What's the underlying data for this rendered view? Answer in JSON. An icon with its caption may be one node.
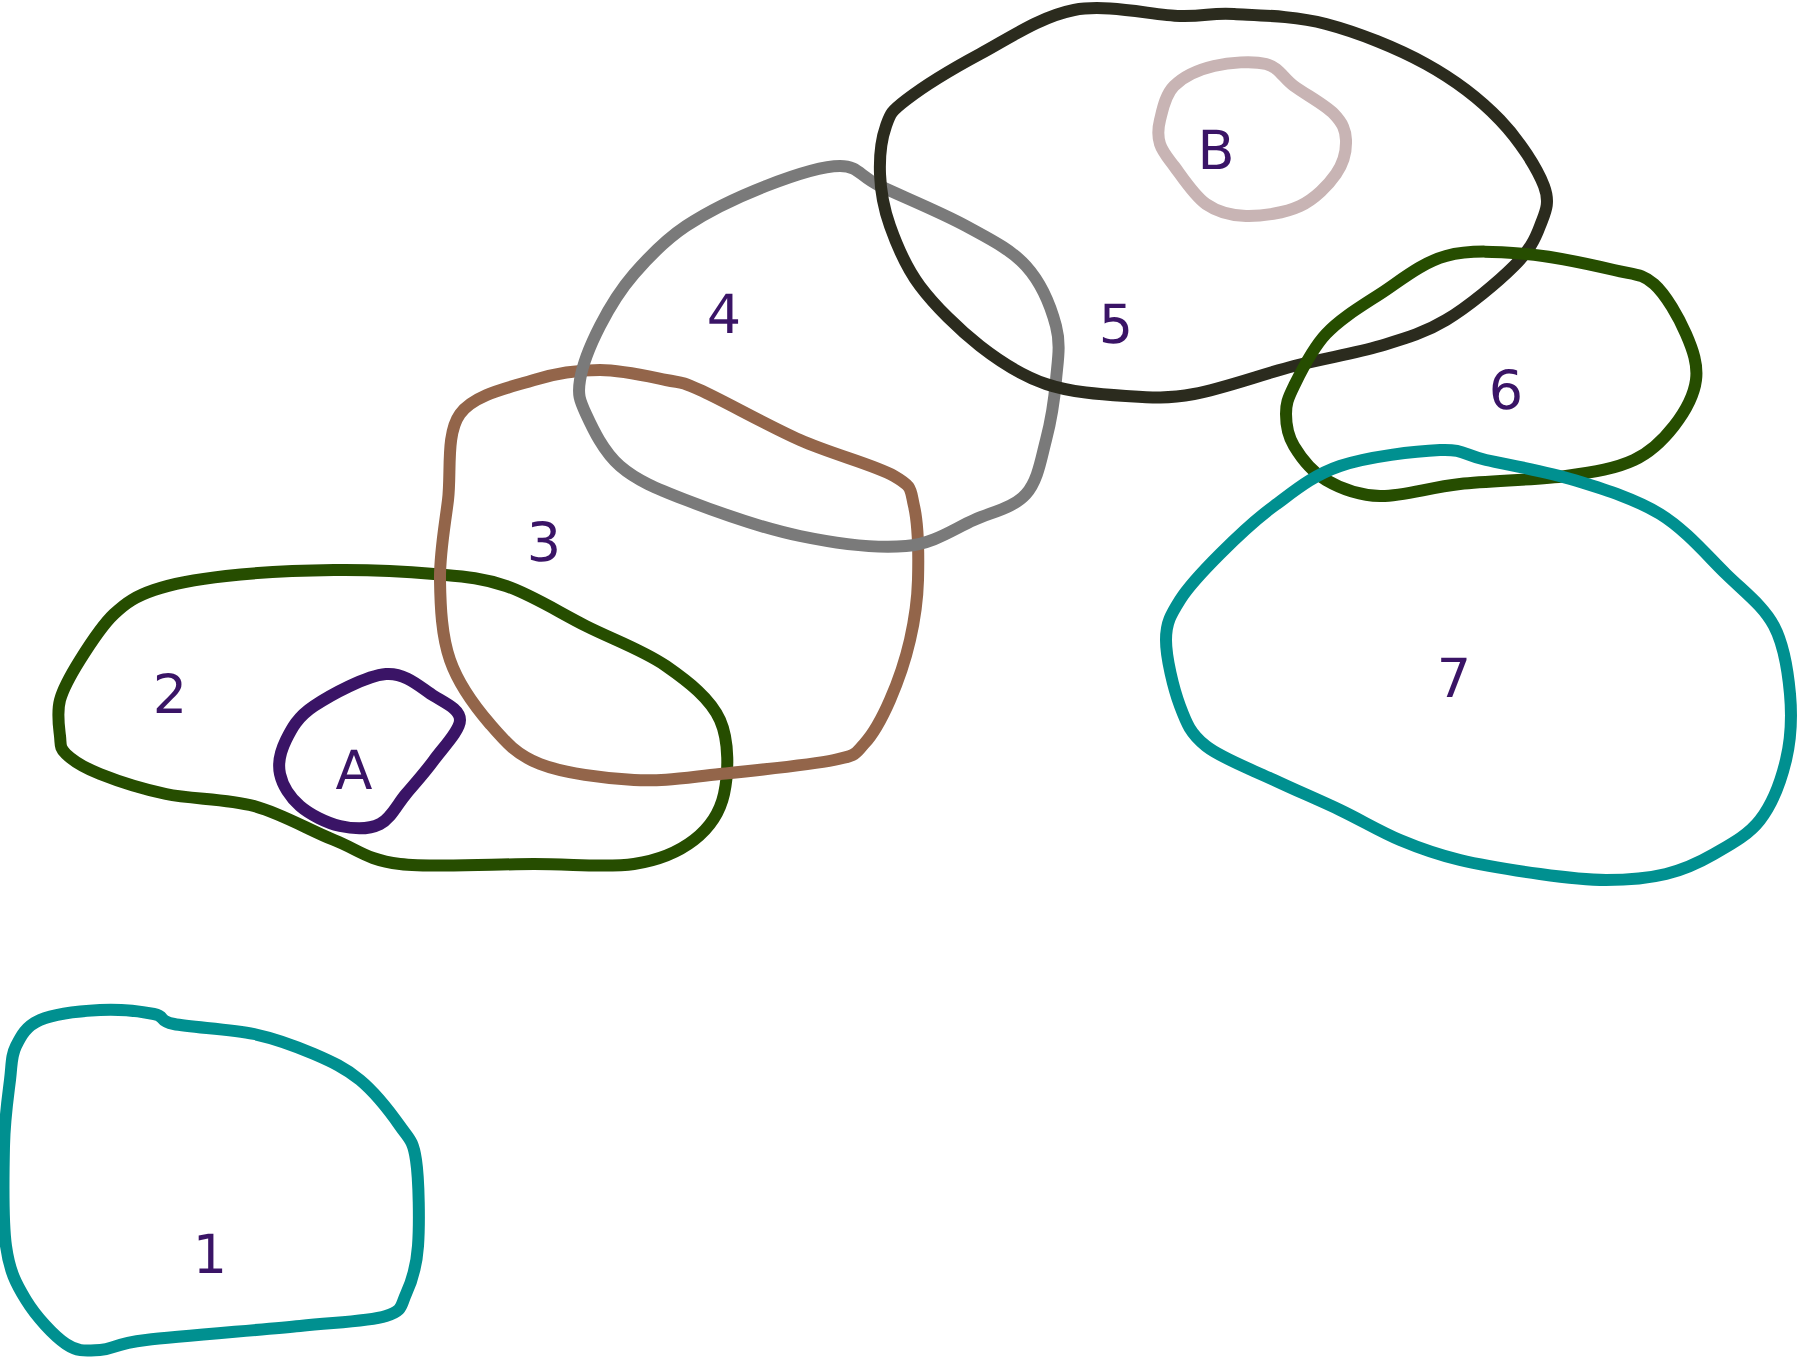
{
  "diagram": {
    "nodes": [
      {
        "text": [
          "1"
        ]
      },
      {
        "text": [
          "2"
        ]
      },
      {
        "text": [
          "A"
        ],
        "in": 1
      },
      {
        "text": [
          "3"
        ]
      },
      {
        "text": [
          "4"
        ]
      },
      {
        "text": [
          "5"
        ]
      },
      {
        "text": [
          "B"
        ],
        "in": 5
      },
      {
        "text": [
          "6"
        ]
      },
      {
        "text": [
          "7"
        ]
      }
    ]
  }
}
